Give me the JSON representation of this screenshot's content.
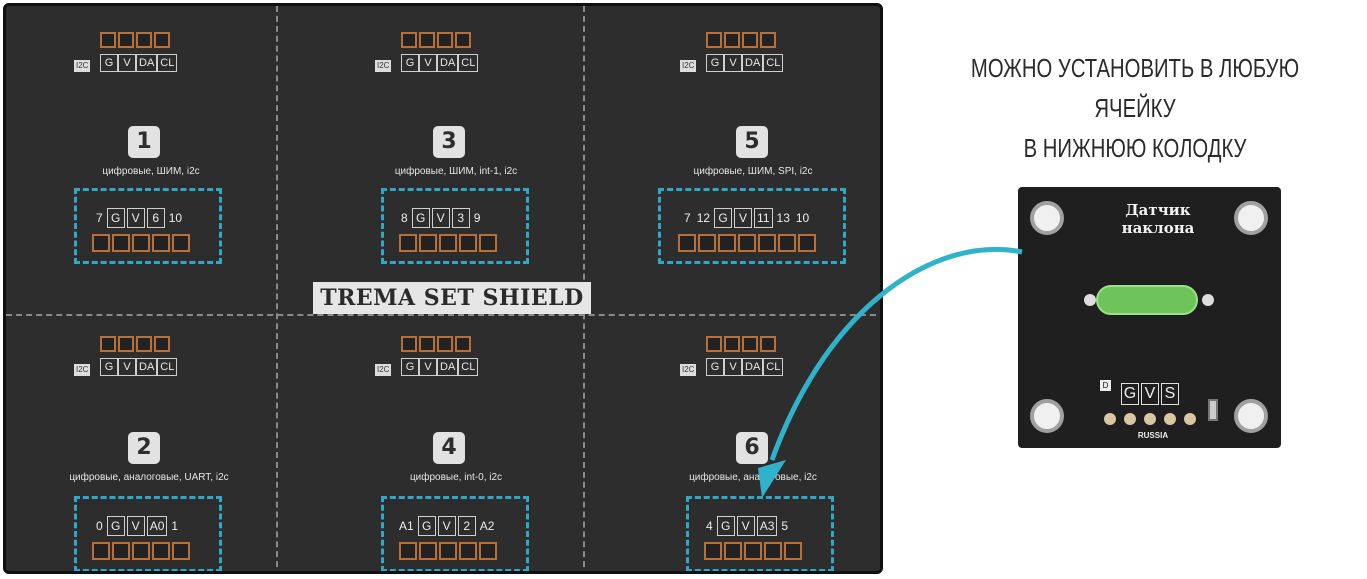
{
  "board": {
    "title": "TREMA SET SHIELD",
    "header_tag": "I2C",
    "header_labels": [
      "G",
      "V",
      "DA",
      "CL"
    ],
    "cells": [
      {
        "number": "1",
        "desc": "цифровые, ШИМ, i2c",
        "slot": [
          "7",
          "G",
          "V",
          "6",
          "10"
        ]
      },
      {
        "number": "3",
        "desc": "цифровые, ШИМ, int-1, i2c",
        "slot": [
          "8",
          "G",
          "V",
          "3",
          "9"
        ]
      },
      {
        "number": "5",
        "desc": "цифровые, ШИМ, SPI, i2c",
        "slot": [
          "7",
          "12",
          "G",
          "V",
          "11",
          "13",
          "10"
        ]
      },
      {
        "number": "2",
        "desc": "цифровые, аналоговые, UART, i2c",
        "slot": [
          "0",
          "G",
          "V",
          "A0",
          "1"
        ]
      },
      {
        "number": "4",
        "desc": "цифровые, int-0, i2c",
        "slot": [
          "A1",
          "G",
          "V",
          "2",
          "A2"
        ]
      },
      {
        "number": "6",
        "desc": "цифровые, аналоговые, i2c",
        "slot": [
          "4",
          "G",
          "V",
          "A3",
          "5"
        ]
      }
    ]
  },
  "caption": {
    "line1": "МОЖНО УСТАНОВИТЬ В ЛЮБУЮ ЯЧЕЙКУ",
    "line2": "В НИЖНЮЮ КОЛОДКУ"
  },
  "module": {
    "title_line1": "Датчик",
    "title_line2": "наклона",
    "pins": [
      "G",
      "V",
      "S"
    ],
    "d_tag": "D",
    "maker": "RUSSIA"
  },
  "colors": {
    "board": "#2d2d2d",
    "accent": "#2fa8c8",
    "pin": "#b8703a",
    "switch": "#6ec45a"
  }
}
